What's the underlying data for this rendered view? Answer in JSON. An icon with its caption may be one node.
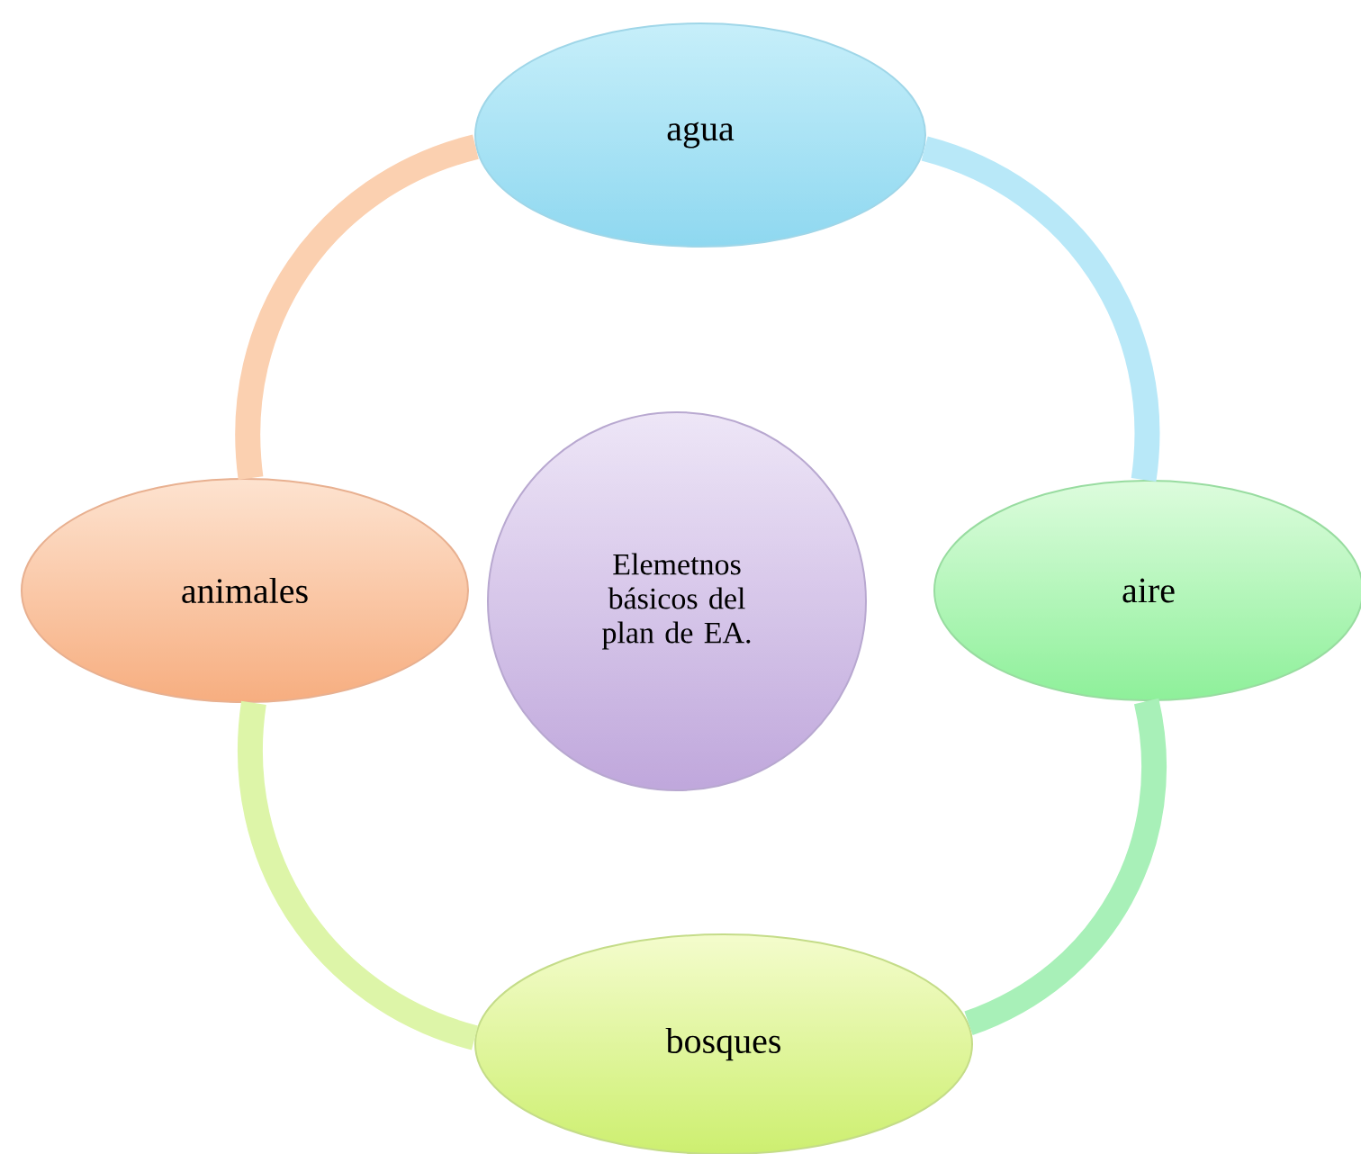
{
  "diagram": {
    "nodes": [
      {
        "text": [
          "agua"
        ]
      },
      {
        "text": [
          "animales"
        ]
      },
      {
        "text": [
          "Elemetnos básicos del plan de EA."
        ]
      },
      {
        "text": [
          "aire"
        ]
      },
      {
        "text": [
          "bosques"
        ]
      }
    ],
    "edges": [
      {
        "from": 0,
        "to": 3,
        "arrow": "none",
        "color": "#b8e8f8"
      },
      {
        "from": 3,
        "to": 4,
        "arrow": "none",
        "color": "#a8f0b8"
      },
      {
        "from": 4,
        "to": 1,
        "arrow": "none",
        "color": "#ddf5a8"
      },
      {
        "from": 1,
        "to": 0,
        "arrow": "none",
        "color": "#fbd0b0"
      }
    ]
  }
}
